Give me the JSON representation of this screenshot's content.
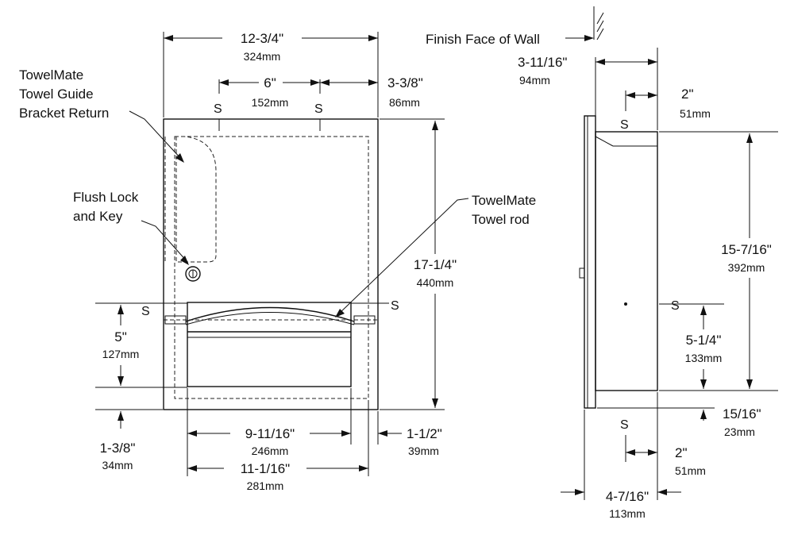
{
  "callouts": {
    "towelmate_bracket": [
      "TowelMate",
      "Towel Guide",
      "Bracket Return"
    ],
    "flush_lock": [
      "Flush Lock",
      "and Key"
    ],
    "towel_rod": [
      "TowelMate",
      "Towel rod"
    ],
    "finish_face": "Finish Face of Wall"
  },
  "screw_symbol": "S",
  "front_view": {
    "overall_width": {
      "imperial": "12-3/4\"",
      "metric": "324mm"
    },
    "screw_spacing": {
      "imperial": "6\"",
      "metric": "152mm"
    },
    "screw_edge_offset": {
      "imperial": "3-3/8\"",
      "metric": "86mm"
    },
    "overall_height": {
      "imperial": "17-1/4\"",
      "metric": "440mm"
    },
    "side_screw_height": {
      "imperial": "5\"",
      "metric": "127mm"
    },
    "bottom_offset": {
      "imperial": "1-3/8\"",
      "metric": "34mm"
    },
    "opening_width": {
      "imperial": "9-11/16\"",
      "metric": "246mm"
    },
    "side_margin": {
      "imperial": "1-1/2\"",
      "metric": "39mm"
    },
    "inner_width": {
      "imperial": "11-1/16\"",
      "metric": "281mm"
    }
  },
  "side_view": {
    "projection": {
      "imperial": "3-11/16\"",
      "metric": "94mm"
    },
    "top_screw_depth": {
      "imperial": "2\"",
      "metric": "51mm"
    },
    "body_height": {
      "imperial": "15-7/16\"",
      "metric": "392mm"
    },
    "screw_height": {
      "imperial": "5-1/4\"",
      "metric": "133mm"
    },
    "bottom_gap": {
      "imperial": "15/16\"",
      "metric": "23mm"
    },
    "bottom_screw_depth": {
      "imperial": "2\"",
      "metric": "51mm"
    },
    "total_depth": {
      "imperial": "4-7/16\"",
      "metric": "113mm"
    }
  }
}
